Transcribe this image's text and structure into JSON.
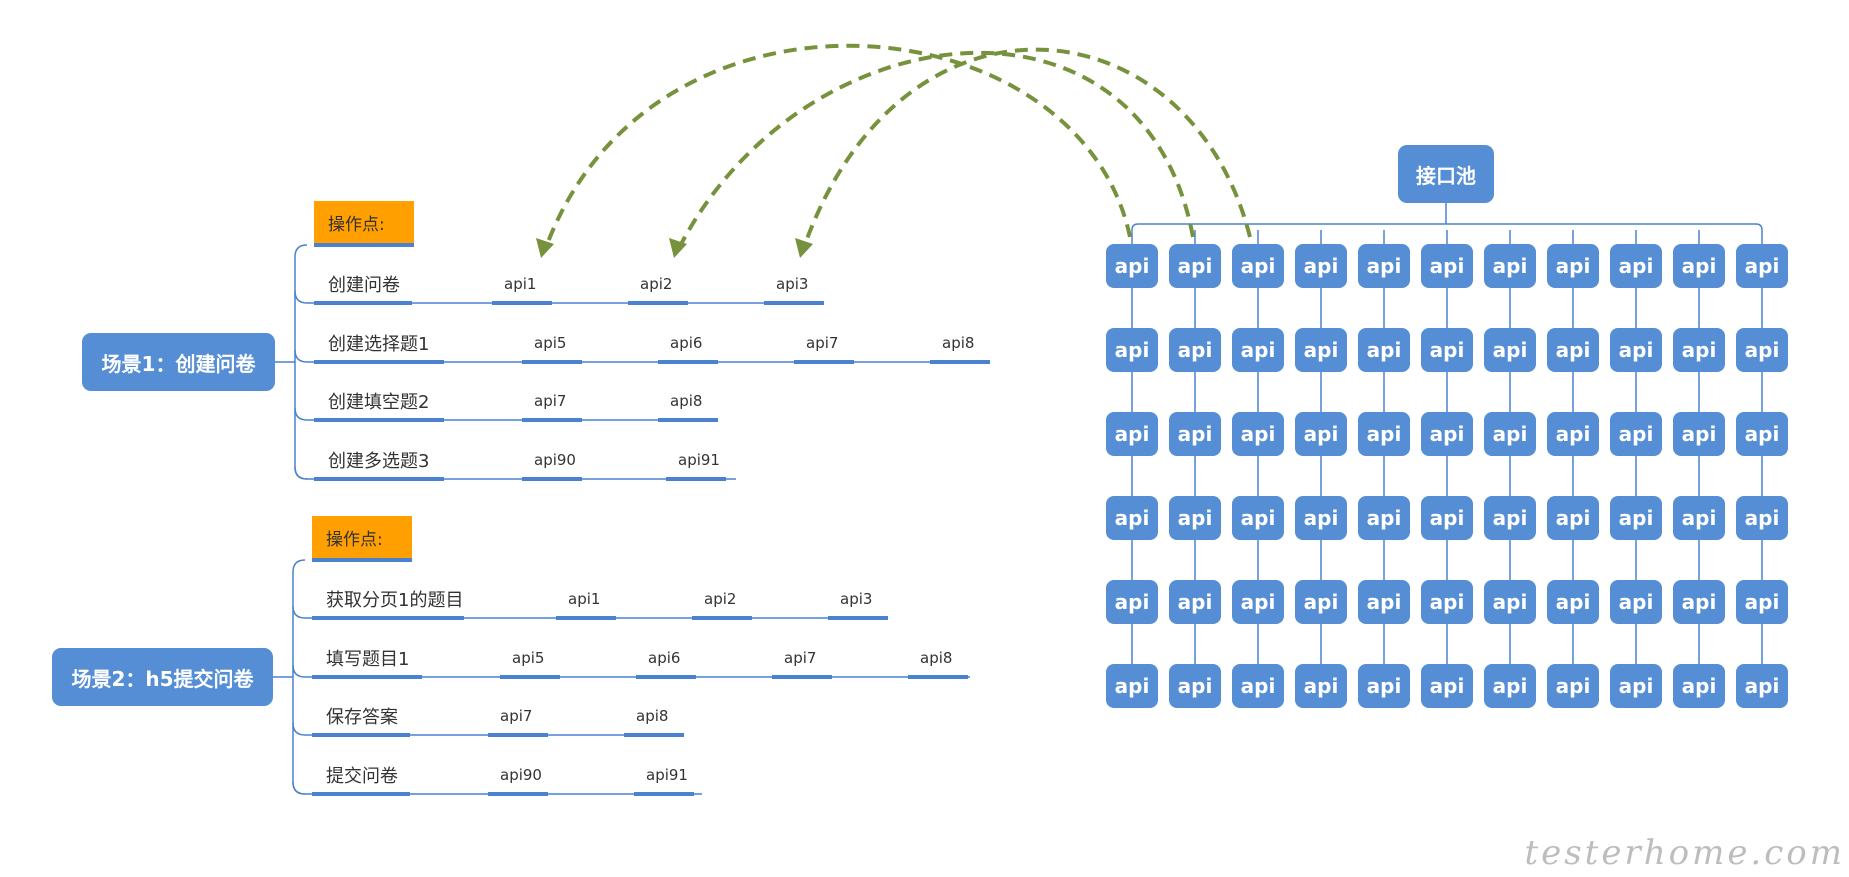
{
  "scenes": [
    {
      "title": "场景1：创建问卷",
      "op_label": "操作点:",
      "steps": [
        {
          "label": "创建问卷",
          "apis": [
            "api1",
            "api2",
            "api3"
          ]
        },
        {
          "label": "创建选择题1",
          "apis": [
            "api5",
            "api6",
            "api7",
            "api8"
          ]
        },
        {
          "label": "创建填空题2",
          "apis": [
            "api7",
            "api8"
          ]
        },
        {
          "label": "创建多选题3",
          "apis": [
            "api90",
            "api91"
          ]
        }
      ]
    },
    {
      "title": "场景2：h5提交问卷",
      "op_label": "操作点:",
      "steps": [
        {
          "label": "获取分页1的题目",
          "apis": [
            "api1",
            "api2",
            "api3"
          ]
        },
        {
          "label": "填写题目1",
          "apis": [
            "api5",
            "api6",
            "api7",
            "api8"
          ]
        },
        {
          "label": "保存答案",
          "apis": [
            "api7",
            "api8"
          ]
        },
        {
          "label": "提交问卷",
          "apis": [
            "api90",
            "api91"
          ]
        }
      ]
    }
  ],
  "pool": {
    "title": "接口池",
    "api_label": "api",
    "rows": 6,
    "cols": 11
  },
  "watermark": "testerhome.com",
  "colors": {
    "node": "#558ed5",
    "operation": "#ff9f00",
    "line": "#4a82cf",
    "arrow": "#76923c"
  }
}
